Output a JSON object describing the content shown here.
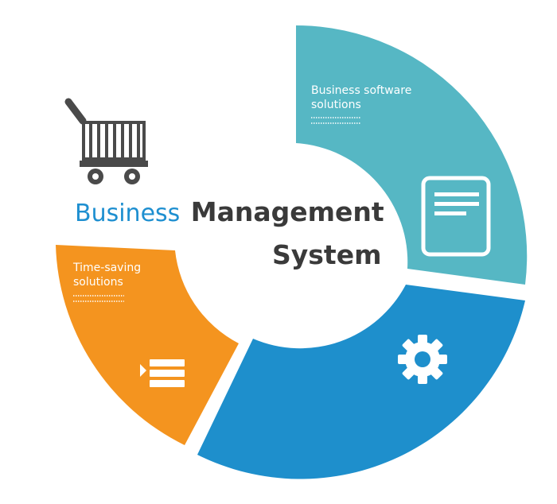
{
  "title": {
    "line1_accent": "Business",
    "line1_main": "Management",
    "line2": "System"
  },
  "segments": [
    {
      "id": "software",
      "label_lines": [
        "Business software",
        "solutions"
      ],
      "color": "#56b7c4",
      "icon": "document-icon"
    },
    {
      "id": "settings",
      "label_lines": [],
      "color": "#1e8fcc",
      "icon": "gear-icon"
    },
    {
      "id": "time",
      "label_lines": [
        "Time-saving",
        "solutions"
      ],
      "color": "#f4941f",
      "icon": "list-arrow-icon"
    }
  ],
  "decor": {
    "cart_icon": "shopping-cart-icon",
    "cart_color": "#4a4a4a"
  }
}
